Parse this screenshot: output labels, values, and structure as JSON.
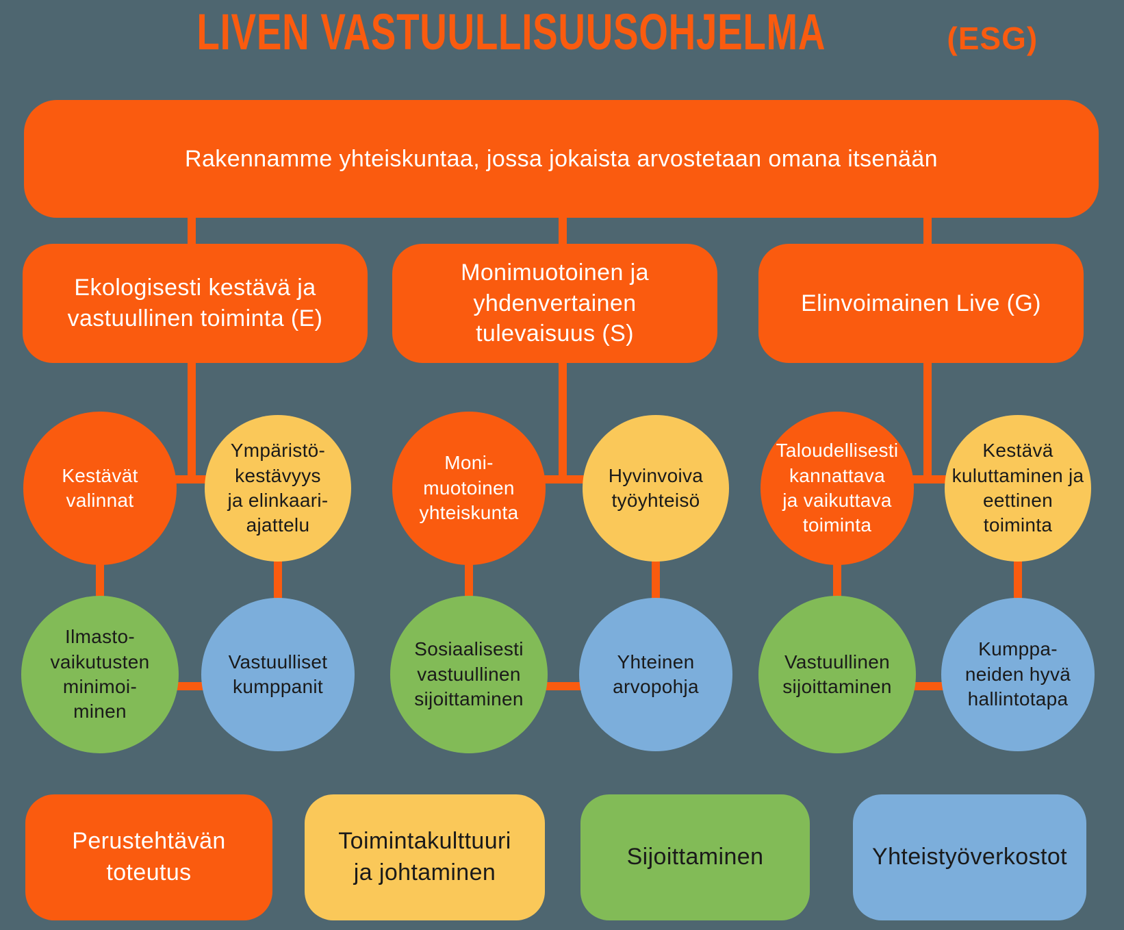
{
  "title": {
    "main": "LIVEN VASTUULLISUUSOHJELMA",
    "suffix": "(ESG)"
  },
  "vision": "Rakennamme yhteiskuntaa, jossa jokaista arvostetaan omana itsenään",
  "pillars": [
    {
      "label": "Ekologisesti kestävä ja\nvastuullinen toiminta (E)"
    },
    {
      "label": "Monimuotoinen ja\nyhdenvertainen\ntulevaisuus (S)"
    },
    {
      "label": "Elinvoimainen Live (G)"
    }
  ],
  "themes": [
    {
      "label": "Kestävät\nvalinnat",
      "color": "orange"
    },
    {
      "label": "Ympäristö-\nkestävyys\nja elinkaari-\najattelu",
      "color": "yellow"
    },
    {
      "label": "Moni-\nmuotoinen\nyhteiskunta",
      "color": "orange"
    },
    {
      "label": "Hyvinvoiva\ntyöyhteisö",
      "color": "yellow"
    },
    {
      "label": "Taloudellisesti\nkannattava\nja vaikuttava\ntoiminta",
      "color": "orange"
    },
    {
      "label": "Kestävä\nkuluttaminen ja\neettinen\ntoiminta",
      "color": "yellow"
    }
  ],
  "practices": [
    {
      "label": "Ilmasto-\nvaikutusten\nminimoi-\nminen",
      "color": "green"
    },
    {
      "label": "Vastuulliset\nkumppanit",
      "color": "blue"
    },
    {
      "label": "Sosiaalisesti\nvastuullinen\nsijoittaminen",
      "color": "green"
    },
    {
      "label": "Yhteinen\narvopohja",
      "color": "blue"
    },
    {
      "label": "Vastuullinen\nsijoittaminen",
      "color": "green"
    },
    {
      "label": "Kumppa-\nneiden hyvä\nhallintotapa",
      "color": "blue"
    }
  ],
  "footer": [
    {
      "label": "Perustehtävän\ntoteutus",
      "color": "orange"
    },
    {
      "label": "Toimintakulttuuri\nja johtaminen",
      "color": "yellow"
    },
    {
      "label": "Sijoittaminen",
      "color": "green"
    },
    {
      "label": "Yhteistyöverkostot",
      "color": "blue"
    }
  ],
  "colors": {
    "background": "#4E6670",
    "orange": "#FA5B0F",
    "yellow": "#FAC859",
    "green": "#82BB57",
    "blue": "#7CAEDB",
    "text_light": "#FFFFFF",
    "text_dark": "#1A1A1A"
  }
}
